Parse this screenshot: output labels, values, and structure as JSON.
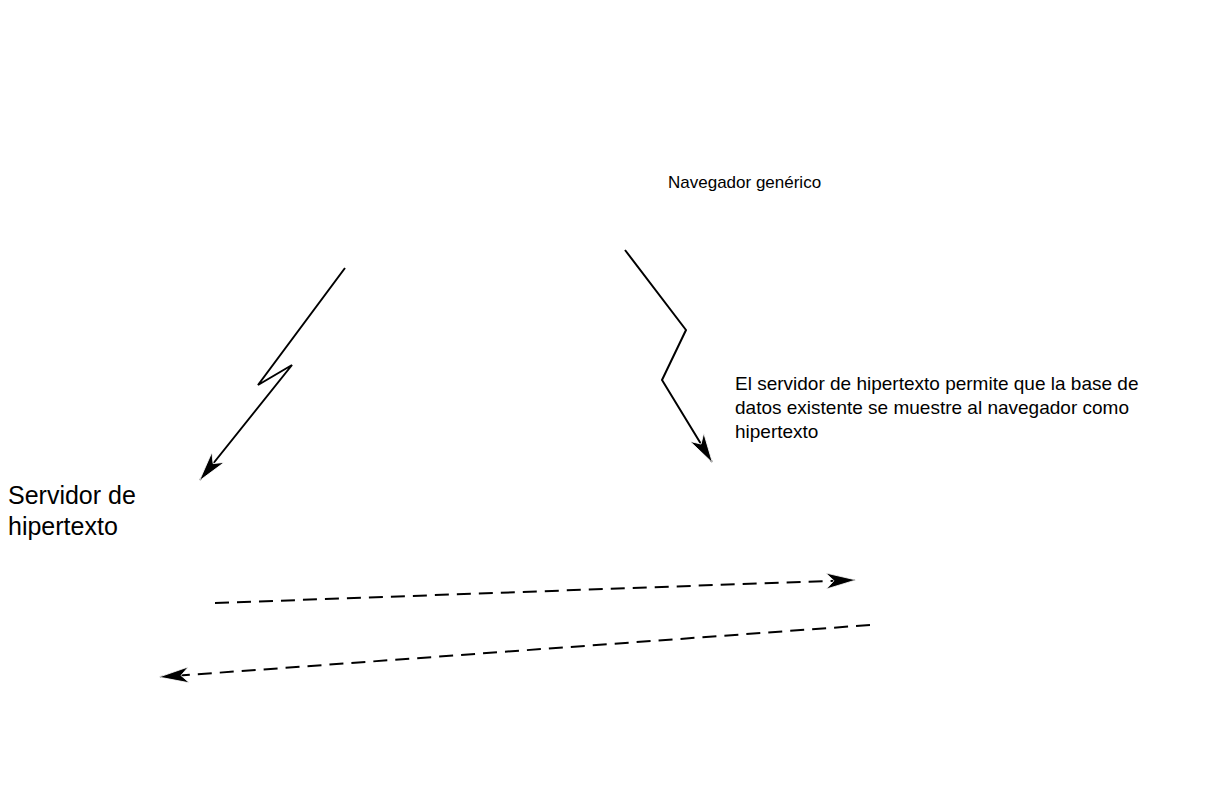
{
  "diagram": {
    "nodes": [
      {
        "text": [
          "Navegador genérico"
        ]
      },
      {
        "text": [
          "Servidor de hipertexto"
        ]
      },
      {
        "text": [
          "El servidor de hipertexto permite que la base de datos existente se muestre al navegador como hipertexto"
        ]
      }
    ],
    "edges": [
      {
        "from": 0,
        "to": 1,
        "arrow": "to"
      },
      {
        "from": 0,
        "to": 2,
        "arrow": "to"
      },
      {
        "from": 1,
        "to": 2,
        "arrow": "to"
      },
      {
        "from": 2,
        "to": 1,
        "arrow": "to"
      }
    ]
  }
}
